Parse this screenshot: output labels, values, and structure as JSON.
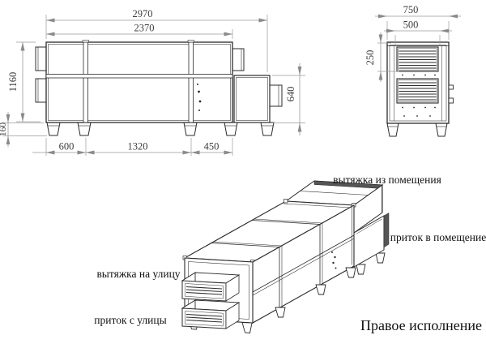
{
  "drawing": {
    "type": "technical-drawing",
    "subject": "air handling unit (ventilation unit), three views"
  },
  "colors": {
    "object_line": "#2b2b2b",
    "dim_line": "#9a9a9a",
    "dim_text": "#3d3d3d",
    "label_text": "#111111",
    "flange_fill": "#555555"
  },
  "front_view": {
    "dims": {
      "total_length": "2970",
      "body_length": "2370",
      "body_height": "1160",
      "leg_height": "160",
      "section1": "600",
      "section2": "1320",
      "section3": "450",
      "right_section_height": "640"
    }
  },
  "side_view": {
    "dims": {
      "total_depth": "750",
      "grille_width": "500",
      "grille_height": "250"
    }
  },
  "iso_view": {
    "labels": {
      "exhaust_from_room": "вытяжка из помещения",
      "supply_to_room": "приток в помещение",
      "exhaust_to_outside": "вытяжка на улицу",
      "supply_from_outside": "приток с улицы",
      "variant": "Правое исполнение"
    }
  }
}
